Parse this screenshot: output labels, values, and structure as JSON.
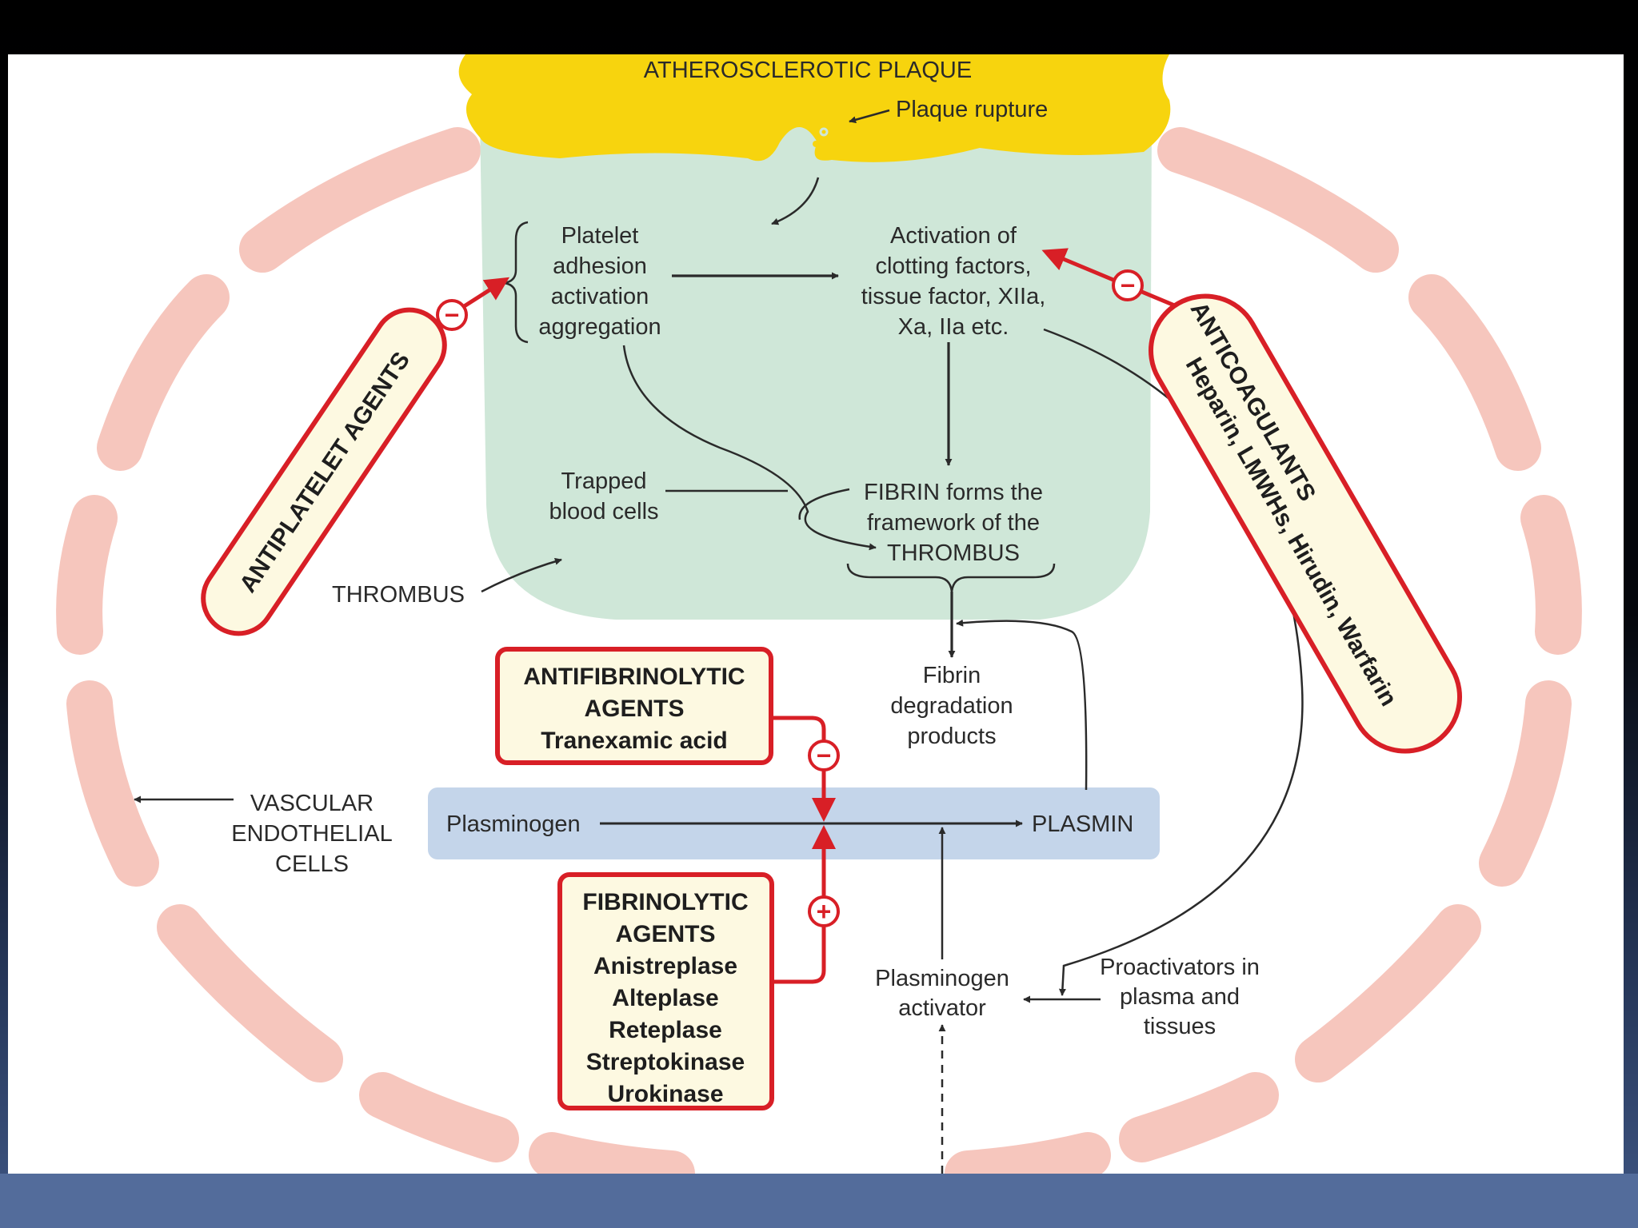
{
  "plaque": {
    "title": "ATHEROSCLEROTIC PLAQUE",
    "rupture": "Plaque rupture"
  },
  "thrombus_area": {
    "platelet_lines": [
      "Platelet",
      "adhesion",
      "activation",
      "aggregation"
    ],
    "clotting_lines": [
      "Activation of",
      "clotting factors,",
      "tissue factor, XIIa,",
      "Xa, IIa etc."
    ],
    "trapped_lines": [
      "Trapped",
      "blood cells"
    ],
    "fibrin_lines": [
      "FIBRIN forms the",
      "framework of the",
      "THROMBUS"
    ],
    "thrombus_label": "THROMBUS"
  },
  "degradation_lines": [
    "Fibrin",
    "degradation",
    "products"
  ],
  "vascular_lines": [
    "VASCULAR",
    "ENDOTHELIAL",
    "CELLS"
  ],
  "plasmin_band": {
    "plasminogen": "Plasminogen",
    "plasmin": "PLASMIN"
  },
  "activator_lines": [
    "Plasminogen",
    "activator"
  ],
  "proactivator_lines": [
    "Proactivators in",
    "plasma and",
    "tissues"
  ],
  "drugs": {
    "antiplatelet": "ANTIPLATELET AGENTS",
    "anticoagulants_title": "ANTICOAGULANTS",
    "anticoagulants_list": "Heparin, LMWHs, Hirudin, Warfarin",
    "antifibrinolytic_lines": [
      "ANTIFIBRINOLYTIC",
      "AGENTS",
      "Tranexamic acid"
    ],
    "fibrinolytic_lines": [
      "FIBRINOLYTIC",
      "AGENTS",
      "Anistreplase",
      "Alteplase",
      "Reteplase",
      "Streptokinase",
      "Urokinase"
    ]
  },
  "signs": {
    "inhibit": "−",
    "stimulate": "+"
  },
  "colors": {
    "plaque": "#f7d40e",
    "thrombus": "#cfe7d8",
    "endothelial": "#f6c6bd",
    "band": "#c4d5ea",
    "drug_border": "#d81f26",
    "drug_fill": "#fdf9e1",
    "arrow": "#2a2a2a",
    "figure_bg": "#ffffff"
  }
}
